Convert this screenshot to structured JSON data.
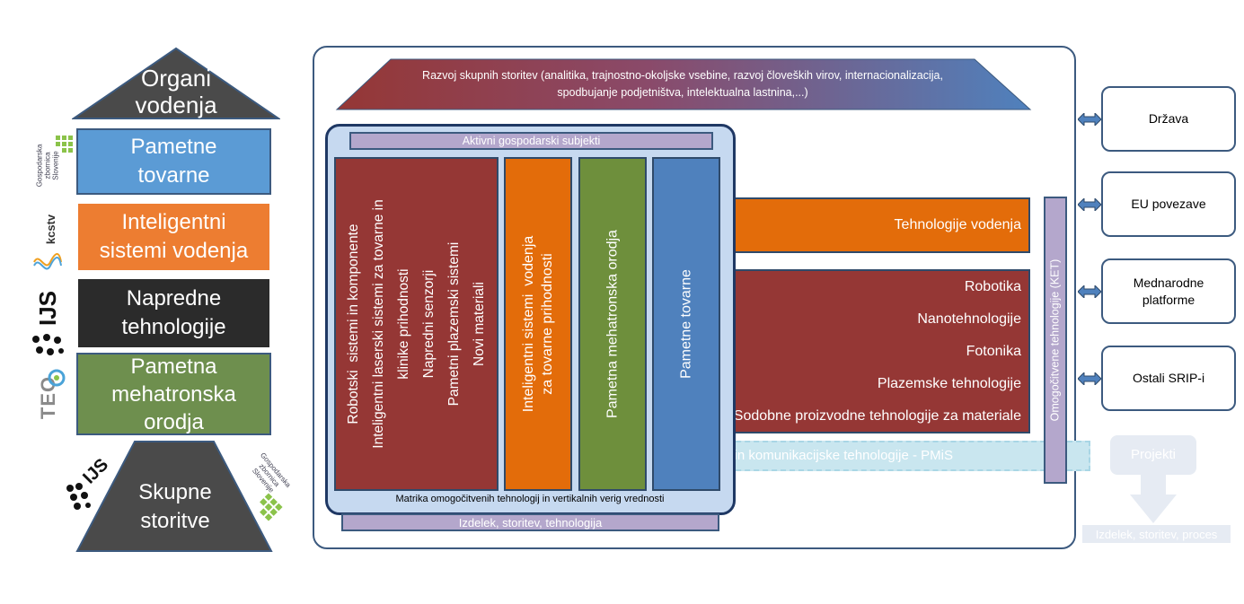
{
  "pyramid": {
    "top": "Organi\nvodenja",
    "levels": [
      {
        "label": "Pametne\ntovarne",
        "color": "#5b9bd5"
      },
      {
        "label": "Inteligentni\nsistemi vodenja",
        "color": "#ed7d31"
      },
      {
        "label": "Napredne\ntehnologije",
        "color": "#2b2b2b"
      },
      {
        "label": "Pametna\nmehatronska\norodja",
        "color": "#6e8f4e"
      }
    ],
    "bottom": "Skupne\nstoritve"
  },
  "logos": {
    "gzs_top": "Gospodarska\nzbornica\nSlovenije",
    "kcstv": "kcstv",
    "ijs_mid": "IJS",
    "teo": "TEO",
    "ijs_bottom": "IJS",
    "gzs_bottom": "Gospodarska\nzbornica\nSlovenije"
  },
  "main": {
    "banner": "Razvoj skupnih storitev (analitika,  trajnostno-okoljske vsebine, razvoj človeških virov, internacionalizacija,\nspodbujanje podjetništva,  intelektualna lastnina,...)",
    "active_subjects": "Aktivni gospodarski subjekti",
    "columns": {
      "red": "Robotski  sistemi in komponente\nInteligentni laserski sistemi za tovarne in\nklinike prihodnosti\nNapredni senzorji\nPametni plazemski sistemi\nNovi materiali",
      "orange": "Inteligentni sistemi  vodenja\nza tovarne prihodnosti",
      "green": "Pametna  mehatronska orodja",
      "blue": "Pametne tovarne"
    },
    "tech_vodenja": "Tehnologije vodenja",
    "tech_items": [
      "Robotika",
      "Nanotehnologije",
      "Fotonika",
      "Plazemske tehnologije",
      "Sodobne proizvodne tehnologije za materiale"
    ],
    "pmis": "ske in komunikacijske tehnologije - PMiS",
    "ket": "Omogočitvene tehnologije (KET)",
    "matrix_caption": "Matrika omogočitvenih tehnologij in vertikalnih verig vrednosti",
    "bottom_bar": "Izdelek, storitev, tehnologija"
  },
  "right": {
    "boxes": [
      "Država",
      "EU povezave",
      "Mednarodne\nplatforme",
      "Ostali SRIP-i"
    ]
  },
  "ghost": {
    "projekti": "Projekti",
    "caption": "Izdelek, storitev, proces"
  },
  "colors": {
    "red": "#953735",
    "orange": "#e36c0a",
    "green": "#6e8f3c",
    "blue": "#4f81bd",
    "lavender": "#b4a7cc",
    "light_blue": "#c6d9f0"
  }
}
